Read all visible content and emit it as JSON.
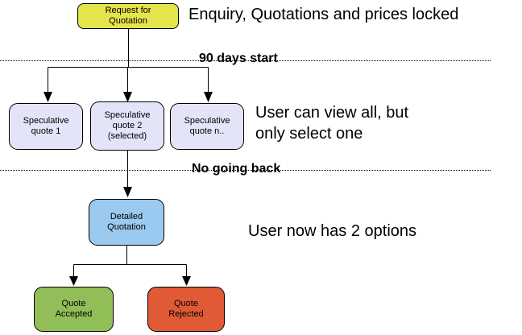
{
  "diagram": {
    "annotations": {
      "top": "Enquiry, Quotations and prices locked",
      "middle": "User can view all, but\nonly select one",
      "bottom": "User now has 2 options"
    },
    "phase_labels": {
      "phase_1": "90 days start",
      "phase_2": "No going back"
    },
    "nodes": [
      {
        "id": "request-for-quotation",
        "label": "Request for\nQuotation",
        "color": "#E4E44C"
      },
      {
        "id": "speculative-quote-1",
        "label": "Speculative\nquote 1",
        "color": "#E4E4F8"
      },
      {
        "id": "speculative-quote-2",
        "label": "Speculative\nquote 2\n(selected)",
        "color": "#E4E4F8"
      },
      {
        "id": "speculative-quote-n",
        "label": "Speculative\nquote n..",
        "color": "#E4E4F8"
      },
      {
        "id": "detailed-quotation",
        "label": "Detailed\nQuotation",
        "color": "#9ACAF0"
      },
      {
        "id": "quote-accepted",
        "label": "Quote\nAccepted",
        "color": "#92BE57"
      },
      {
        "id": "quote-rejected",
        "label": "Quote\nRejected",
        "color": "#E15A36"
      }
    ],
    "line_color": "#000000"
  }
}
